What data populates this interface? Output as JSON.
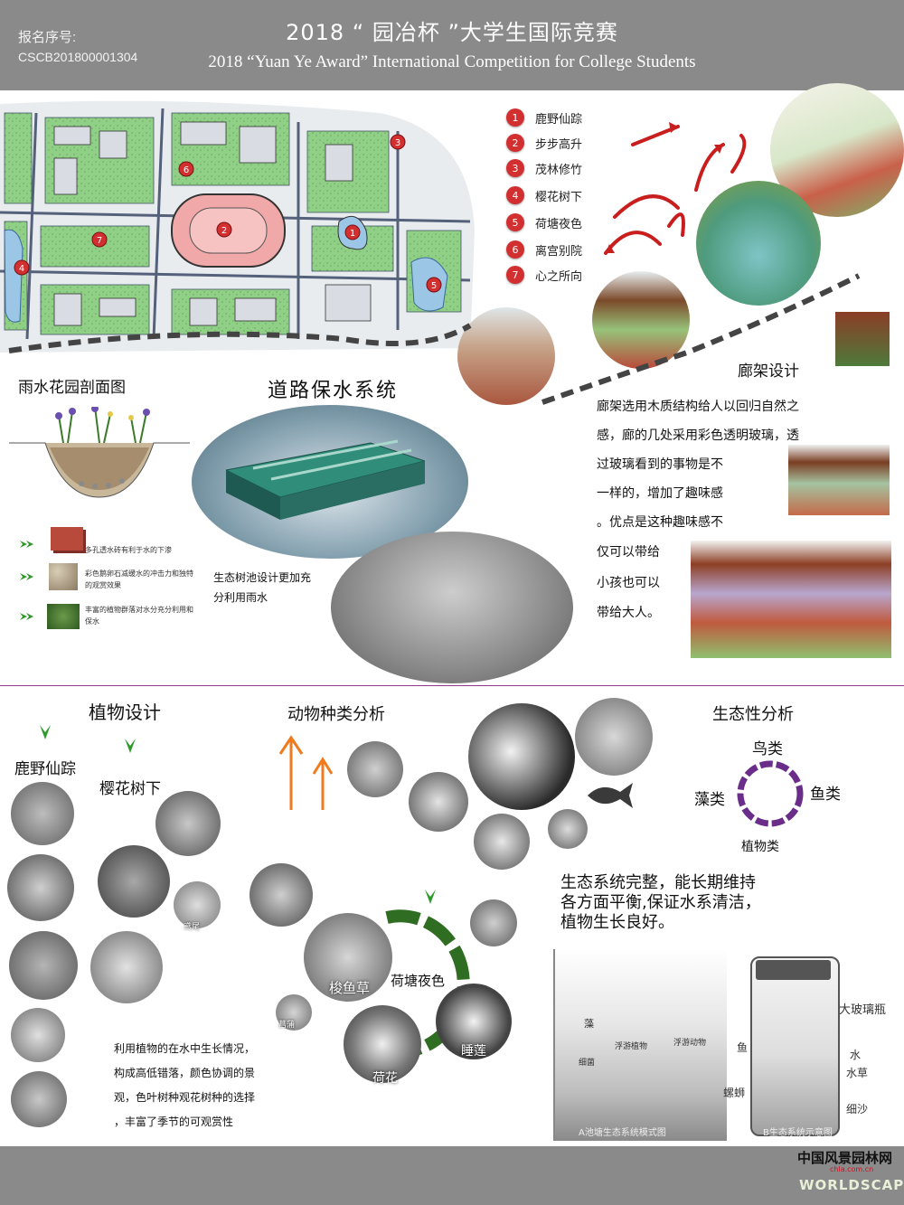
{
  "header": {
    "reg_label": "报名序号:",
    "reg_number": "CSCB201800001304",
    "title_cn": "2018 “ 园冶杯 ”大学生国际竞赛",
    "title_en": "2018 “Yuan Ye Award” International Competition for College Students"
  },
  "map_legend": [
    {
      "num": "1",
      "label": "鹿野仙踪"
    },
    {
      "num": "2",
      "label": "步步高升"
    },
    {
      "num": "3",
      "label": "茂林修竹"
    },
    {
      "num": "4",
      "label": "樱花树下"
    },
    {
      "num": "5",
      "label": "荷塘夜色"
    },
    {
      "num": "6",
      "label": "离宫别院"
    },
    {
      "num": "7",
      "label": "心之所向"
    }
  ],
  "map_markers": [
    "1",
    "2",
    "3",
    "4",
    "5",
    "6",
    "7"
  ],
  "rain_garden": {
    "title": "雨水花园剖面图",
    "items": [
      "多孔透水砖有利于水的下渗",
      "彩色鹅卵石减缓水的冲击力和独特的观赏效果",
      "丰富的植物群落对水分充分利用和保水"
    ]
  },
  "road_system": {
    "title": "道路保水系统",
    "tree_pit_text": "生态树池设计更加充分利用雨水"
  },
  "pergola": {
    "title": "廊架设计",
    "lines": [
      "廊架选用木质结构给人以回归自然之",
      "感，廊的几处采用彩色透明玻璃，透",
      "过玻璃看到的事物是不",
      "一样的，增加了趣味感",
      "。优点是这种趣味感不",
      "仅可以带给",
      "小孩也可以",
      "带给大人。"
    ]
  },
  "plant_design": {
    "title": "植物设计",
    "label_1": "鹿野仙踪",
    "label_2": "樱花树下",
    "label_3": "荷塘夜色",
    "label_plant_a": "梭鱼草",
    "label_plant_b": "荷花",
    "label_plant_c": "睡莲",
    "label_plant_d": "鸢尾",
    "label_plant_e": "菖蒲",
    "description": [
      "利用植物的在水中生长情况，",
      "构成高低错落，颜色协调的景",
      "观，色叶树种观花树种的选择",
      "，丰富了季节的可观赏性"
    ]
  },
  "animal": {
    "title": "动物种类分析"
  },
  "ecology": {
    "title": "生态性分析",
    "top": "鸟类",
    "left": "藻类",
    "right": "鱼类",
    "bottom": "植物类",
    "statement": [
      "生态系统完整，能长期维持",
      "各方面平衡,保证水系清洁，",
      "植物生长良好。"
    ],
    "sketch_labels": [
      "藻",
      "浮游植物",
      "浮游动物",
      "细菌",
      "鱼",
      "水",
      "水草",
      "螺蛳",
      "细沙",
      "大玻璃瓶"
    ],
    "caption_a": "A池塘生态系统模式图",
    "caption_b": "B生态系统示意图"
  },
  "footer": {
    "logo_cn": "中国风景园林网",
    "logo_url": "chla.com.cn",
    "logo_en": "WORLDSCAPE"
  },
  "colors": {
    "header_bg": "#8a8a8a",
    "marker_red": "#d23030",
    "ring_green": "#2f6e22",
    "ring_purple": "#6a2e8a",
    "arrow_orange": "#f07a1e",
    "arrow_green": "#3a9a2a"
  }
}
